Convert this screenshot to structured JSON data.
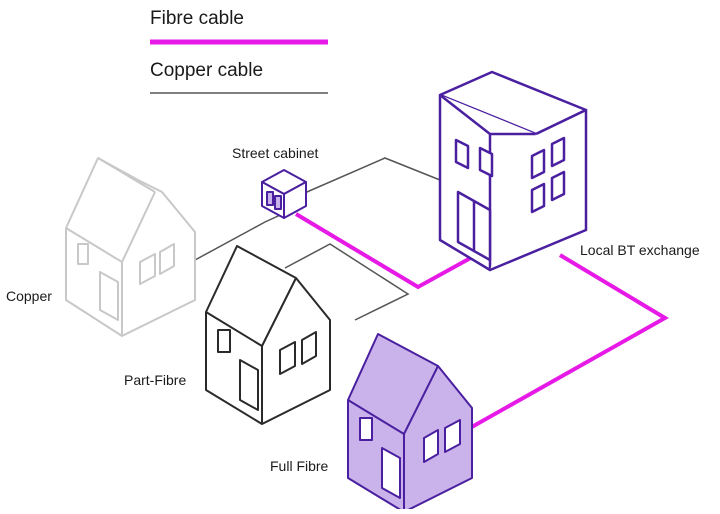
{
  "legend": {
    "fibre_label": "Fibre cable",
    "copper_label": "Copper cable"
  },
  "labels": {
    "street_cabinet": "Street cabinet",
    "local_exchange": "Local BT exchange",
    "copper": "Copper",
    "part_fibre": "Part-Fibre",
    "full_fibre": "Full Fibre"
  },
  "colors": {
    "fibre": "#e619e6",
    "copper": "#555555",
    "building_outline": "#4a1fa0",
    "house_light_outline": "#c8c8c8",
    "house_dark_outline": "#2a2a2a",
    "full_fibre_fill": "#c9b3ea"
  }
}
